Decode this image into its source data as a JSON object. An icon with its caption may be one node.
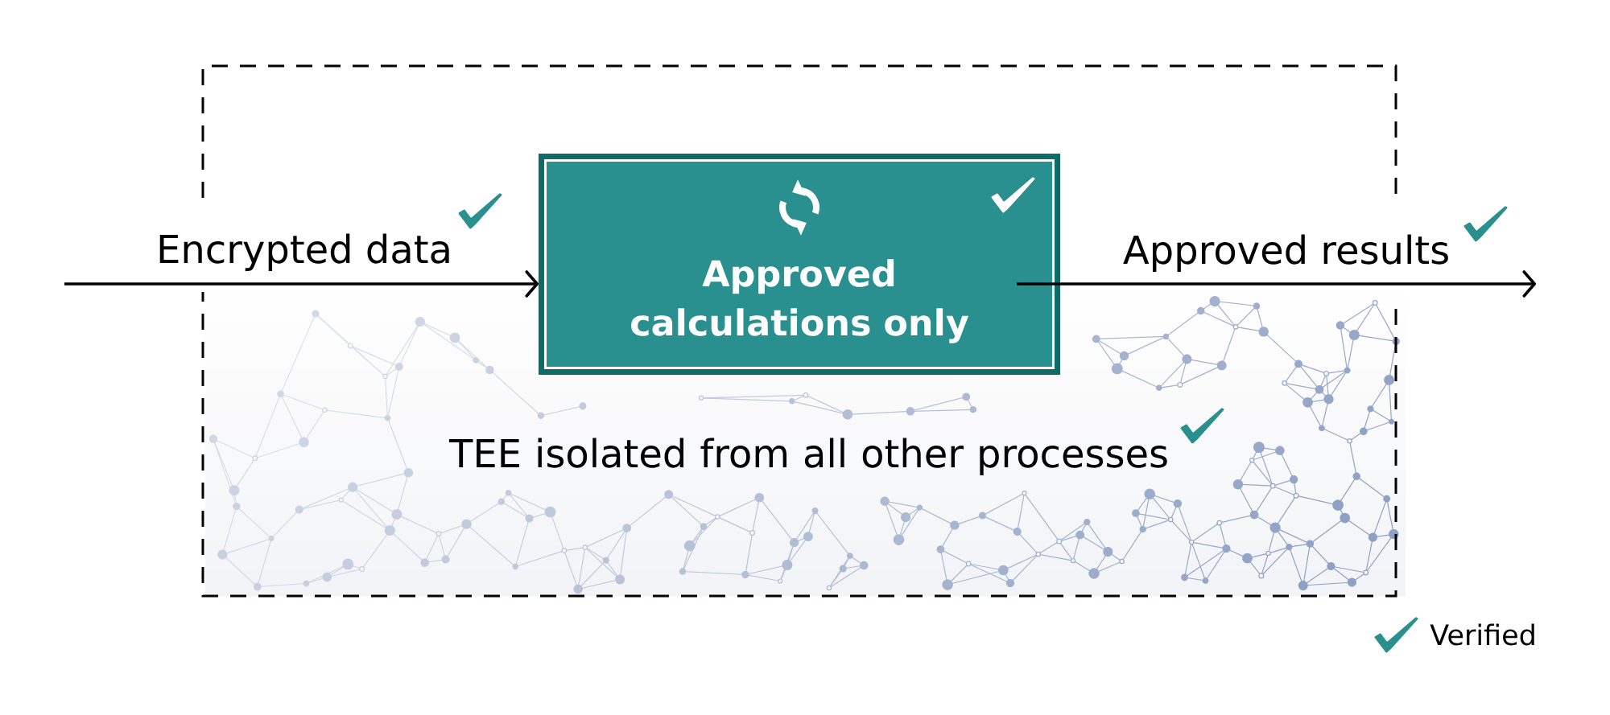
{
  "diagram": {
    "nodes": [
      {
        "text": [
          "TEE isolated from all other processes"
        ]
      },
      {
        "text": [
          "Approved calculations only"
        ],
        "in": 0
      }
    ],
    "edges": [
      {
        "from": null,
        "to": 1,
        "arrow": "to",
        "label": "Encrypted data"
      },
      {
        "from": 1,
        "to": null,
        "arrow": "to",
        "label": "Approved results"
      }
    ],
    "legend": [
      {
        "text": "Verified"
      }
    ]
  }
}
